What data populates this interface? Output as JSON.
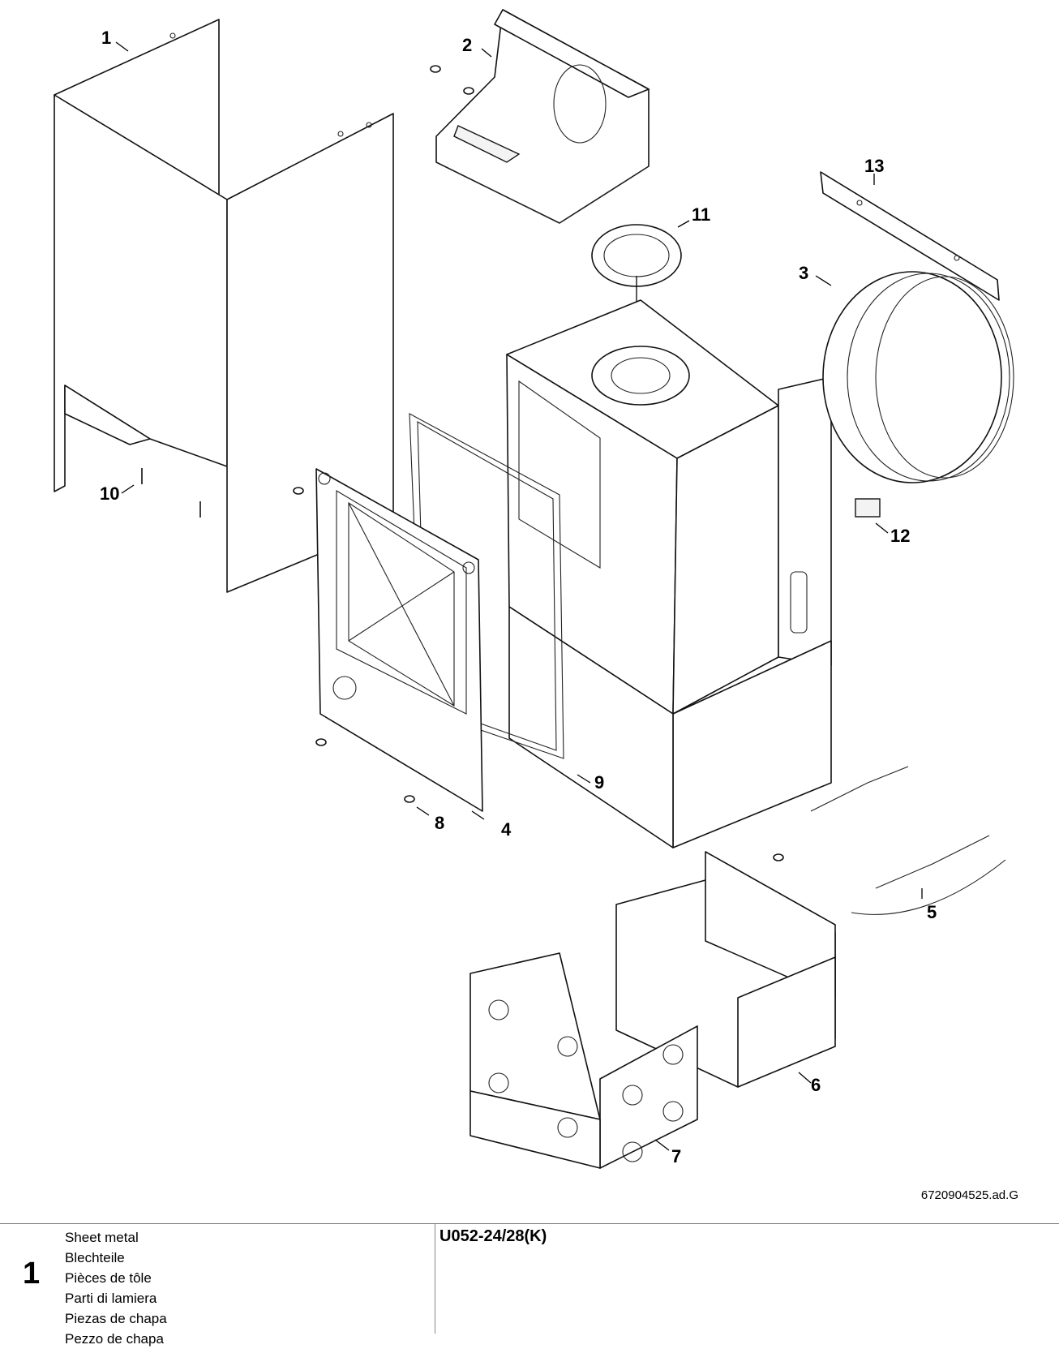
{
  "callouts": [
    "1",
    "2",
    "3",
    "4",
    "5",
    "6",
    "7",
    "8",
    "9",
    "10",
    "11",
    "12",
    "13"
  ],
  "drawing_code": "6720904525.ad.G",
  "footer": {
    "page_number": "1",
    "titles": [
      "Sheet metal",
      "Blechteile",
      "Pièces de tôle",
      "Parti di lamiera",
      "Piezas de chapa",
      "Pezzo de chapa"
    ],
    "model": "U052-24/28(K)"
  }
}
